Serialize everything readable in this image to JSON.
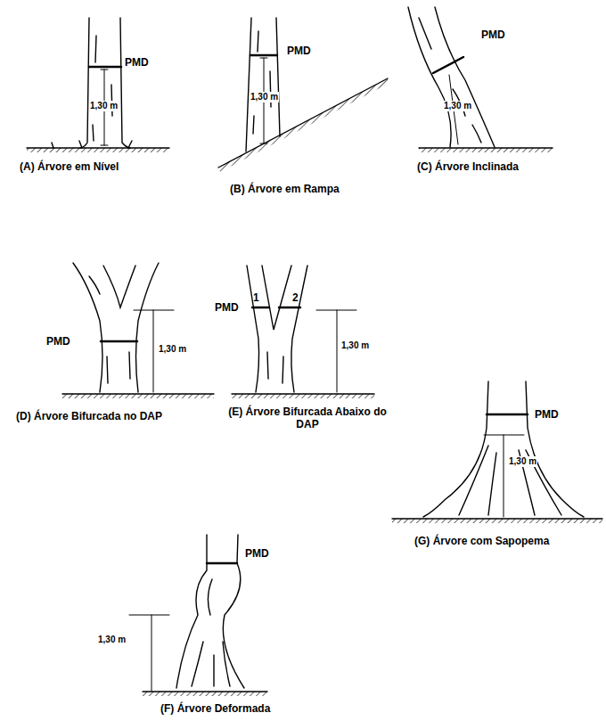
{
  "diagram": {
    "labels": [
      "PMD",
      "1,30 m",
      "(A) Árvore em Nível",
      "PMD",
      "1,30 m",
      "(B) Árvore em Rampa",
      "PMD",
      "1,30 m",
      "(C) Árvore Inclinada",
      "PMD",
      "1,30 m",
      "(D) Árvore Bifurcada no DAP",
      "1",
      "2",
      "PMD",
      "1,30 m",
      "(E) Árvore Bifurcada Abaixo do DAP",
      "PMD",
      "1,30 m",
      "(G) Árvore com Sapopema",
      "PMD",
      "1,30 m",
      "(F) Árvore Deformada"
    ]
  }
}
